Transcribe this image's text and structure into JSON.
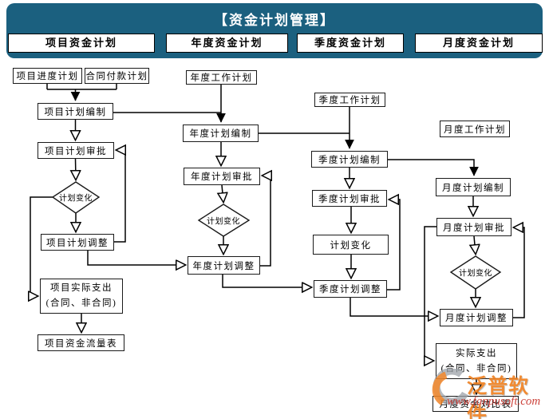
{
  "title": "【资金计划管理】",
  "columns": [
    {
      "header": "项目资金计划"
    },
    {
      "header": "年度资金计划"
    },
    {
      "header": "季度资金计划"
    },
    {
      "header": "月度资金计划"
    }
  ],
  "nodes": {
    "project_progress": "项目进度计划",
    "contract_payment": "合同付款计划",
    "project_plan_prepare": "项目计划编制",
    "project_plan_approve": "项目计划审批",
    "project_plan_change": "计划变化",
    "project_plan_adjust": "项目计划调整",
    "project_actual_line1": "项目实际支出",
    "project_actual_line2": "(合同、非合同)",
    "project_flow_table": "项目资金流量表",
    "annual_work_plan": "年度工作计划",
    "annual_plan_prepare": "年度计划编制",
    "annual_plan_approve": "年度计划审批",
    "annual_plan_change": "计划变化",
    "annual_plan_adjust": "年度计划调整",
    "quarter_work_plan": "季度工作计划",
    "quarter_plan_prepare": "季度计划编制",
    "quarter_plan_approve": "季度计划审批",
    "quarter_plan_change": "计划变化",
    "quarter_plan_adjust": "季度计划调整",
    "month_work_plan": "月度工作计划",
    "month_plan_prepare": "月度计划编制",
    "month_plan_approve": "月度计划审批",
    "month_plan_change": "计划变化",
    "month_plan_adjust": "月度计划调整",
    "month_actual_line1": "实际支出",
    "month_actual_line2": "(合同、非合同)",
    "month_compare_table": "月度资金对比表"
  },
  "watermark": {
    "brand": "泛普软件",
    "url": "www.fanpusoft.com"
  },
  "colors": {
    "header_bg": "#1b607f",
    "line": "#000000",
    "watermark_orange": "#f08222",
    "watermark_red": "#c8342c"
  }
}
